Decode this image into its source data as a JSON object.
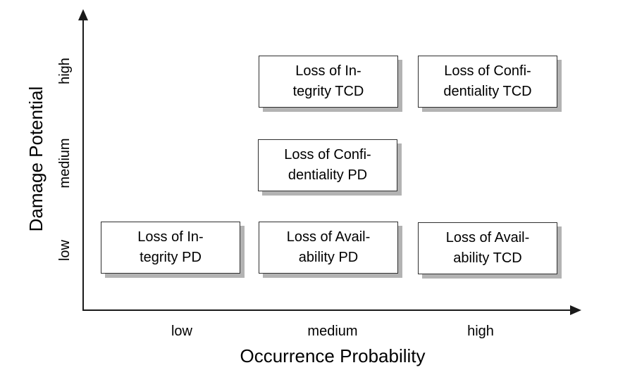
{
  "chart_data": {
    "type": "matrix",
    "x_axis": {
      "label": "Occurrence Probability",
      "categories": [
        "low",
        "medium",
        "high"
      ]
    },
    "y_axis": {
      "label": "Damage Potential",
      "categories": [
        "low",
        "medium",
        "high"
      ]
    },
    "items": [
      {
        "label": "Loss of In-\ntegrity TCD",
        "x": "medium",
        "y": "high"
      },
      {
        "label": "Loss of Confi-\ndentiality TCD",
        "x": "high",
        "y": "high"
      },
      {
        "label": "Loss of Confi-\ndentiality PD",
        "x": "medium",
        "y": "medium"
      },
      {
        "label": "Loss of In-\ntegrity PD",
        "x": "low",
        "y": "low"
      },
      {
        "label": "Loss of Avail-\nability PD",
        "x": "medium",
        "y": "low"
      },
      {
        "label": "Loss of Avail-\nability TCD",
        "x": "high",
        "y": "low"
      }
    ],
    "legend": null,
    "grid": false
  },
  "colors": {
    "background": "#ffffff",
    "axis": "#1a1a1a",
    "text": "#000000",
    "box_fill": "#ffffff",
    "box_border": "#2e2e2e",
    "box_shadow": "#b3b3b3"
  }
}
